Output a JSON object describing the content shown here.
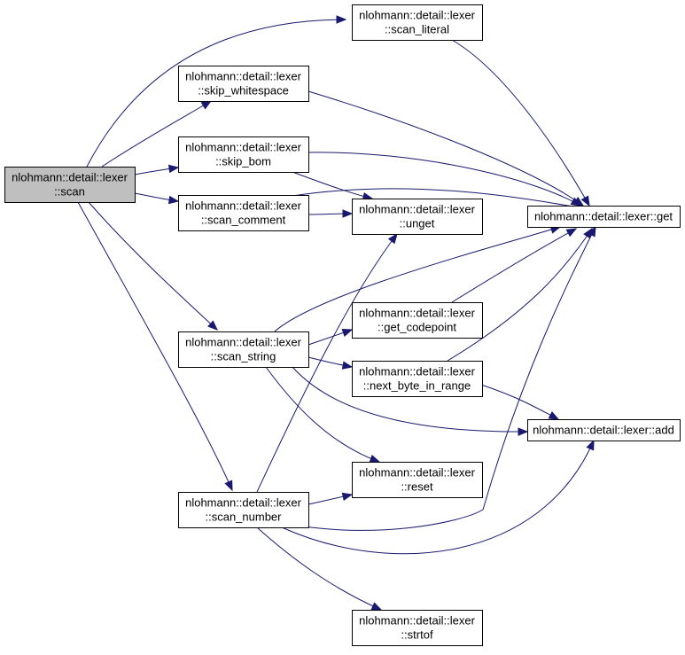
{
  "colors": {
    "edge": "#191970",
    "root_fill": "#bfbfbf",
    "node_fill": "#ffffff",
    "border": "#000000"
  },
  "nodes": [
    {
      "id": "scan",
      "lines": [
        "nlohmann::detail::lexer",
        "::scan"
      ],
      "root": true
    },
    {
      "id": "scan_literal",
      "lines": [
        "nlohmann::detail::lexer",
        "::scan_literal"
      ]
    },
    {
      "id": "skip_whitespace",
      "lines": [
        "nlohmann::detail::lexer",
        "::skip_whitespace"
      ]
    },
    {
      "id": "skip_bom",
      "lines": [
        "nlohmann::detail::lexer",
        "::skip_bom"
      ]
    },
    {
      "id": "scan_comment",
      "lines": [
        "nlohmann::detail::lexer",
        "::scan_comment"
      ]
    },
    {
      "id": "unget",
      "lines": [
        "nlohmann::detail::lexer",
        "::unget"
      ]
    },
    {
      "id": "get",
      "lines": [
        "nlohmann::detail::lexer::get"
      ]
    },
    {
      "id": "scan_string",
      "lines": [
        "nlohmann::detail::lexer",
        "::scan_string"
      ]
    },
    {
      "id": "get_codepoint",
      "lines": [
        "nlohmann::detail::lexer",
        "::get_codepoint"
      ]
    },
    {
      "id": "next_byte_in_range",
      "lines": [
        "nlohmann::detail::lexer",
        "::next_byte_in_range"
      ]
    },
    {
      "id": "add",
      "lines": [
        "nlohmann::detail::lexer::add"
      ]
    },
    {
      "id": "reset",
      "lines": [
        "nlohmann::detail::lexer",
        "::reset"
      ]
    },
    {
      "id": "scan_number",
      "lines": [
        "nlohmann::detail::lexer",
        "::scan_number"
      ]
    },
    {
      "id": "strtof",
      "lines": [
        "nlohmann::detail::lexer",
        "::strtof"
      ]
    }
  ],
  "edges": [
    [
      "scan",
      "scan_literal"
    ],
    [
      "scan",
      "skip_whitespace"
    ],
    [
      "scan",
      "skip_bom"
    ],
    [
      "scan",
      "scan_comment"
    ],
    [
      "scan",
      "scan_string"
    ],
    [
      "scan",
      "scan_number"
    ],
    [
      "scan_literal",
      "get"
    ],
    [
      "skip_whitespace",
      "get"
    ],
    [
      "skip_bom",
      "get"
    ],
    [
      "skip_bom",
      "unget"
    ],
    [
      "scan_comment",
      "get"
    ],
    [
      "scan_comment",
      "unget"
    ],
    [
      "scan_string",
      "get"
    ],
    [
      "scan_string",
      "get_codepoint"
    ],
    [
      "scan_string",
      "next_byte_in_range"
    ],
    [
      "scan_string",
      "add"
    ],
    [
      "scan_string",
      "reset"
    ],
    [
      "get_codepoint",
      "get"
    ],
    [
      "next_byte_in_range",
      "get"
    ],
    [
      "next_byte_in_range",
      "add"
    ],
    [
      "scan_number",
      "unget"
    ],
    [
      "scan_number",
      "get"
    ],
    [
      "scan_number",
      "add"
    ],
    [
      "scan_number",
      "reset"
    ],
    [
      "scan_number",
      "strtof"
    ]
  ]
}
